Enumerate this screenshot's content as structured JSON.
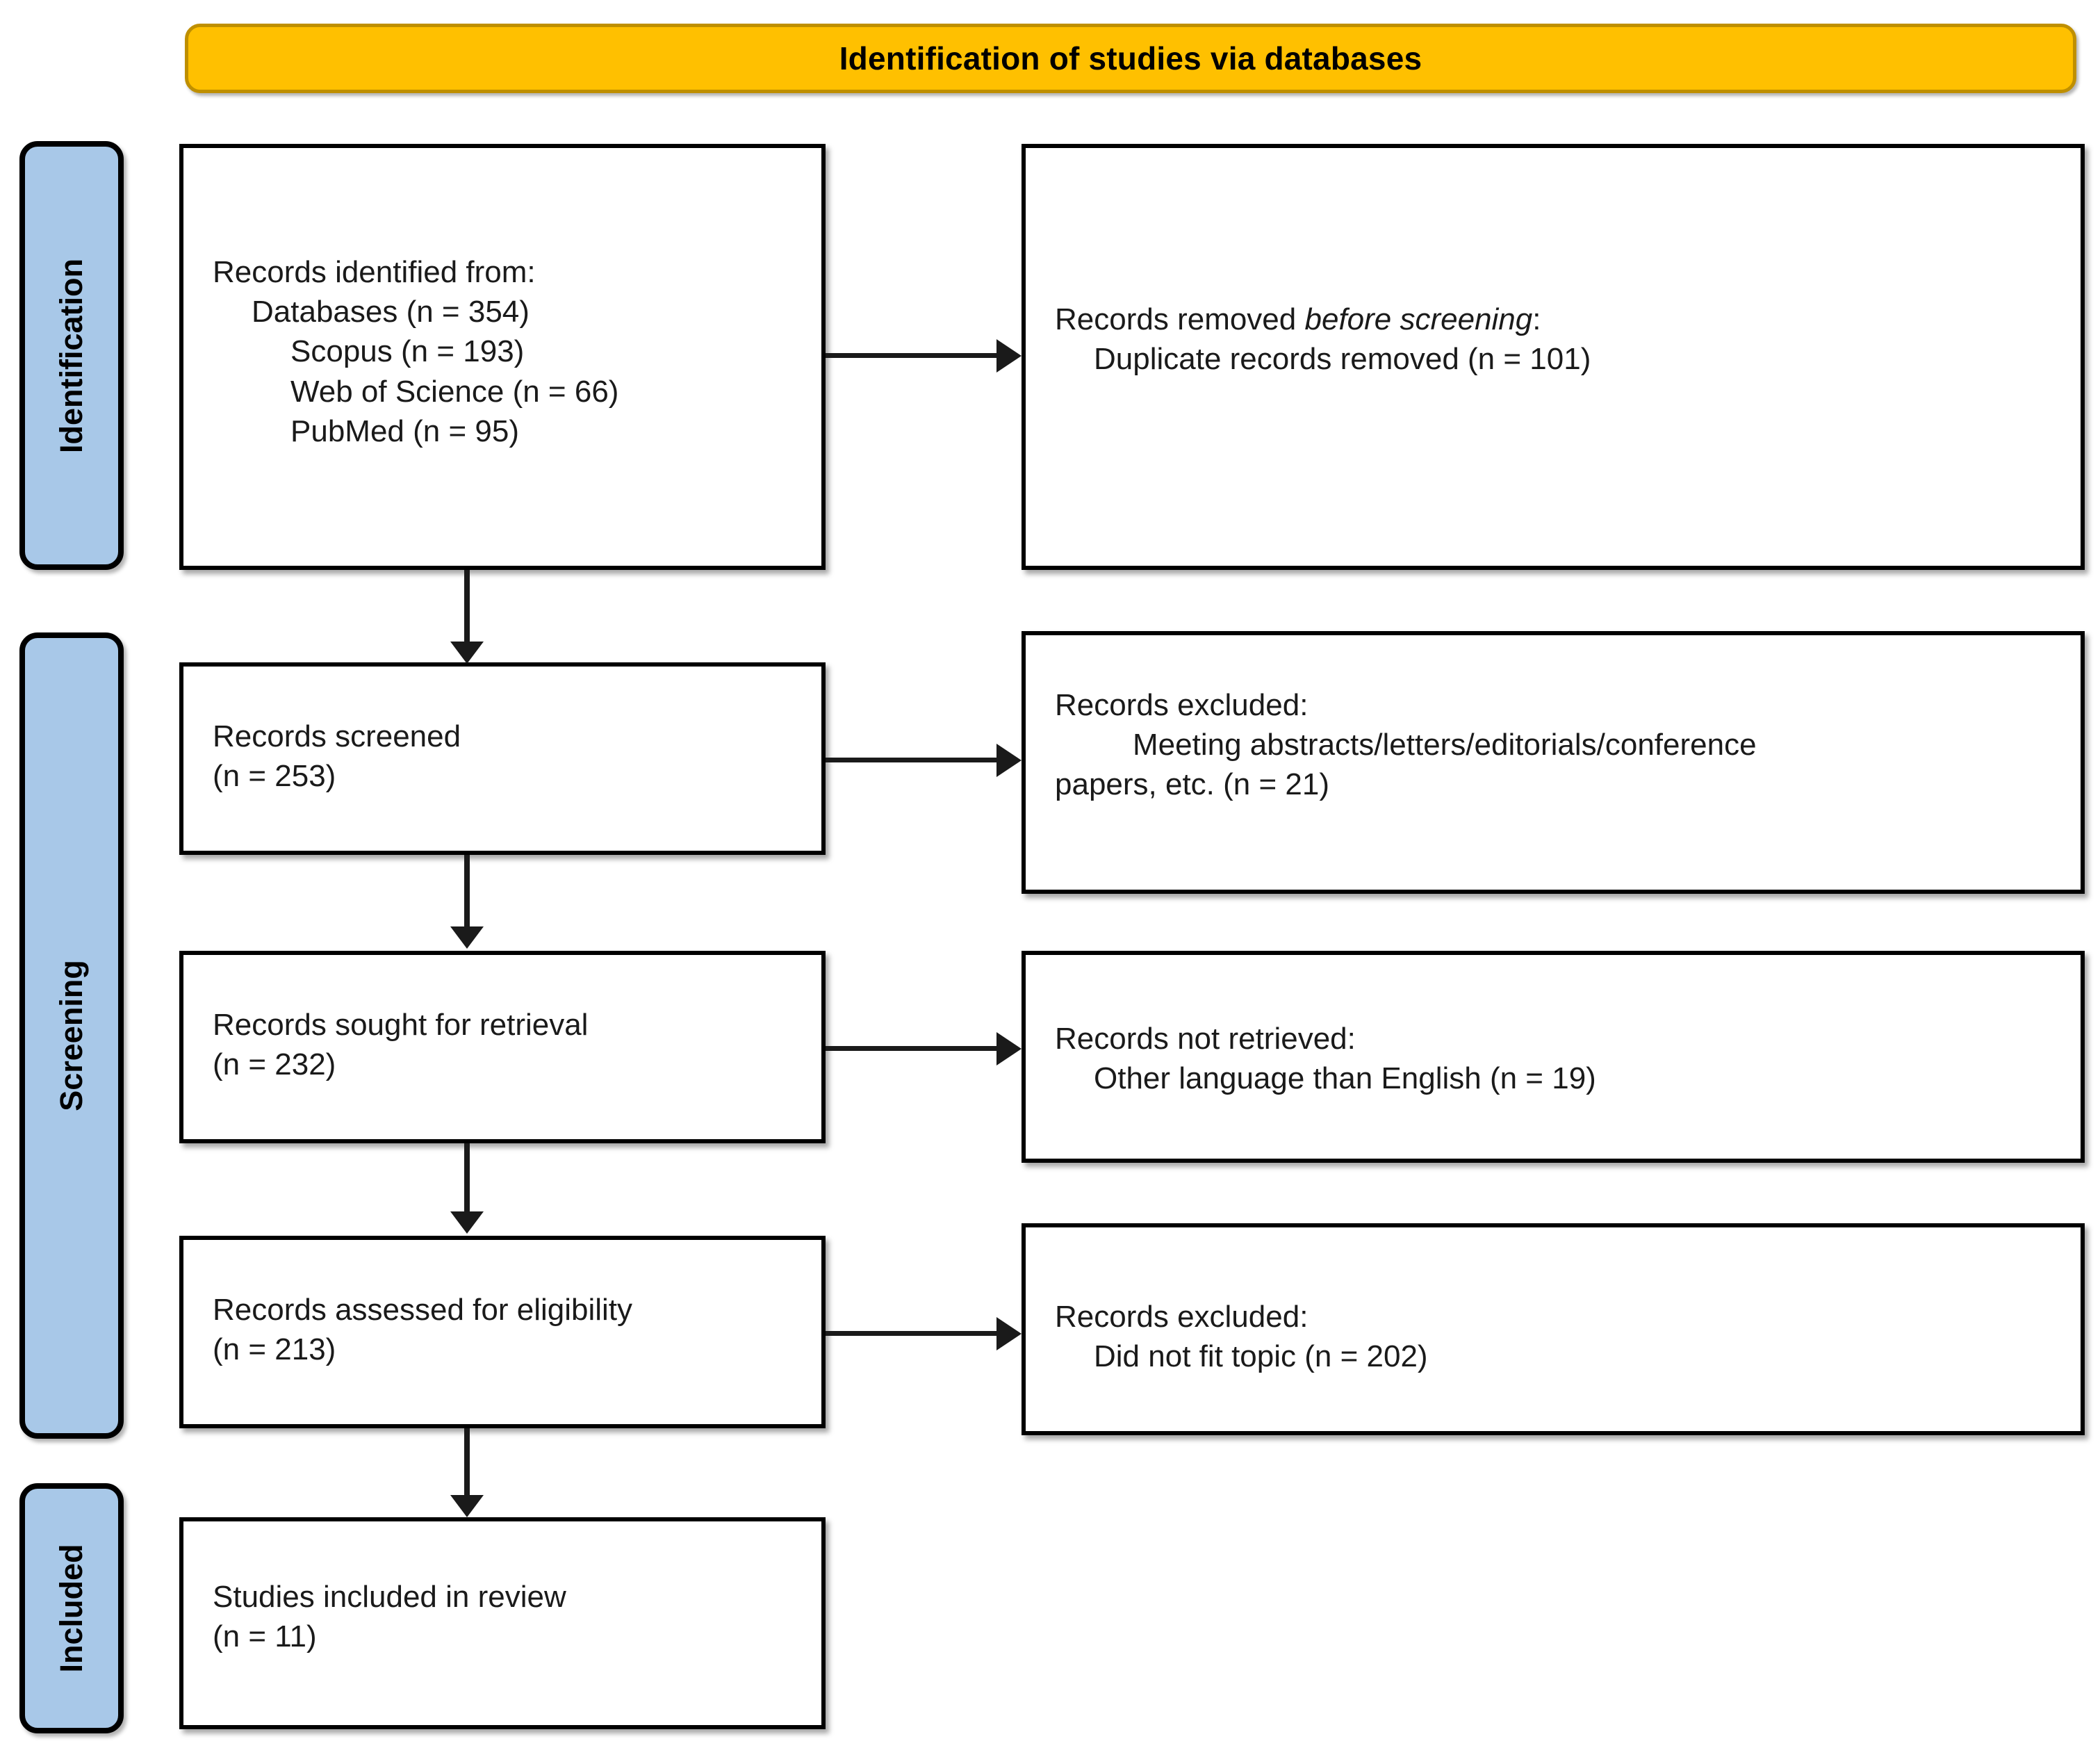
{
  "banner": {
    "title": "Identification of studies via databases",
    "fill_color": "#FFC000",
    "border_color": "#BF8F00"
  },
  "phases": [
    {
      "id": "identification",
      "label": "Identification",
      "fill_color": "#A8C8E8"
    },
    {
      "id": "screening",
      "label": "Screening",
      "fill_color": "#A8C8E8"
    },
    {
      "id": "included",
      "label": "Included",
      "fill_color": "#A8C8E8"
    }
  ],
  "boxes": {
    "identified": {
      "line1": "Records identified from:",
      "line2": "Databases (n = 354)",
      "line3": "Scopus (n = 193)",
      "line4": "Web of Science (n = 66)",
      "line5": "PubMed (n = 95)"
    },
    "removed": {
      "line1_prefix": "Records removed ",
      "line1_italic": "before screening",
      "line1_suffix": ":",
      "line2": "Duplicate records removed (n = 101)"
    },
    "screened": {
      "line1": "Records screened",
      "line2": "(n = 253)"
    },
    "excluded1": {
      "line1": "Records excluded:",
      "line2": "Meeting abstracts/letters/editorials/conference",
      "line3": "papers, etc. (n = 21)"
    },
    "sought": {
      "line1": "Records sought for retrieval",
      "line2": "(n = 232)"
    },
    "notretrieved": {
      "line1": "Records not retrieved:",
      "line2": "Other language than English (n = 19)"
    },
    "assessed": {
      "line1": "Records assessed for eligibility",
      "line2": "(n = 213)"
    },
    "excluded2": {
      "line1": "Records excluded:",
      "line2": "Did not fit topic (n = 202)"
    },
    "included": {
      "line1": "Studies included in review",
      "line2": "(n = 11)"
    }
  },
  "chart_data": {
    "type": "diagram",
    "title": "PRISMA 2020 flow diagram — Identification of studies via databases",
    "nodes": [
      {
        "phase": "Identification",
        "label": "Records identified from: Databases",
        "n": 354,
        "sources": [
          {
            "name": "Scopus",
            "n": 193
          },
          {
            "name": "Web of Science",
            "n": 66
          },
          {
            "name": "PubMed",
            "n": 95
          }
        ]
      },
      {
        "phase": "Identification",
        "label": "Duplicate records removed (before screening)",
        "n": 101
      },
      {
        "phase": "Screening",
        "label": "Records screened",
        "n": 253
      },
      {
        "phase": "Screening",
        "label": "Records excluded: Meeting abstracts/letters/editorials/conference papers, etc.",
        "n": 21
      },
      {
        "phase": "Screening",
        "label": "Records sought for retrieval",
        "n": 232
      },
      {
        "phase": "Screening",
        "label": "Records not retrieved: Other language than English",
        "n": 19
      },
      {
        "phase": "Screening",
        "label": "Records assessed for eligibility",
        "n": 213
      },
      {
        "phase": "Screening",
        "label": "Records excluded: Did not fit topic",
        "n": 202
      },
      {
        "phase": "Included",
        "label": "Studies included in review",
        "n": 11
      }
    ]
  }
}
